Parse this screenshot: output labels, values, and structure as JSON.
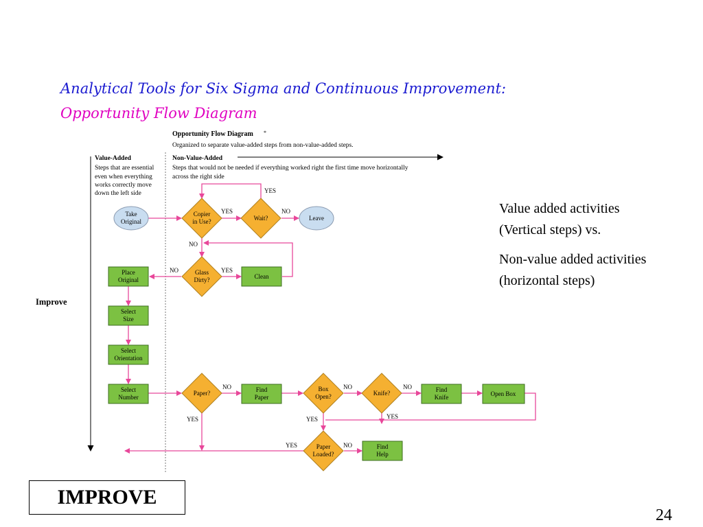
{
  "slide": {
    "title_line1": "Analytical Tools for Six Sigma and Continuous Improvement:",
    "title_line2": "Opportunity Flow Diagram",
    "side_notes": [
      "Value added activities",
      "(Vertical steps) vs.",
      "Non-value added activities",
      "(horizontal steps)"
    ],
    "improve_box": "IMPROVE",
    "page_number": "24"
  },
  "diagram": {
    "heading": "Opportunity Flow Diagram",
    "heading_mark": "*",
    "subheading": "Organized to separate value-added steps from non-value-added steps.",
    "value_added_title": "Value-Added",
    "value_added_desc": [
      "Steps that are essential",
      "even when everything",
      "works correctly move",
      "down the left side"
    ],
    "non_value_added_title": "Non-Value-Added",
    "non_value_added_desc": [
      "Steps that would not be needed if everything worked right the first time move horizontally",
      "across the right side"
    ],
    "improve_label": "Improve",
    "colors": {
      "action_box": "#7cc142",
      "decision": "#f5b031",
      "terminal": "#c9ddf0",
      "arrow": "#e8479a"
    },
    "nodes": {
      "take_original": [
        "Take",
        "Original"
      ],
      "copier_in_use": [
        "Copier",
        "in Use?"
      ],
      "wait": [
        "Wait?"
      ],
      "leave": [
        "Leave"
      ],
      "glass_dirty": [
        "Glass",
        "Dirty?"
      ],
      "clean": [
        "Clean"
      ],
      "place_original": [
        "Place",
        "Original"
      ],
      "select_size": [
        "Select",
        "Size"
      ],
      "select_orientation": [
        "Select",
        "Orientation"
      ],
      "select_number": [
        "Select",
        "Number"
      ],
      "paper": [
        "Paper?"
      ],
      "find_paper": [
        "Find",
        "Paper"
      ],
      "box_open": [
        "Box",
        "Open?"
      ],
      "knife": [
        "Knife?"
      ],
      "find_knife": [
        "Find",
        "Knife"
      ],
      "open_box": [
        "Open Box"
      ],
      "paper_loaded": [
        "Paper",
        "Loaded?"
      ],
      "find_help": [
        "Find",
        "Help"
      ]
    },
    "labels": {
      "yes": "YES",
      "no": "NO"
    }
  }
}
